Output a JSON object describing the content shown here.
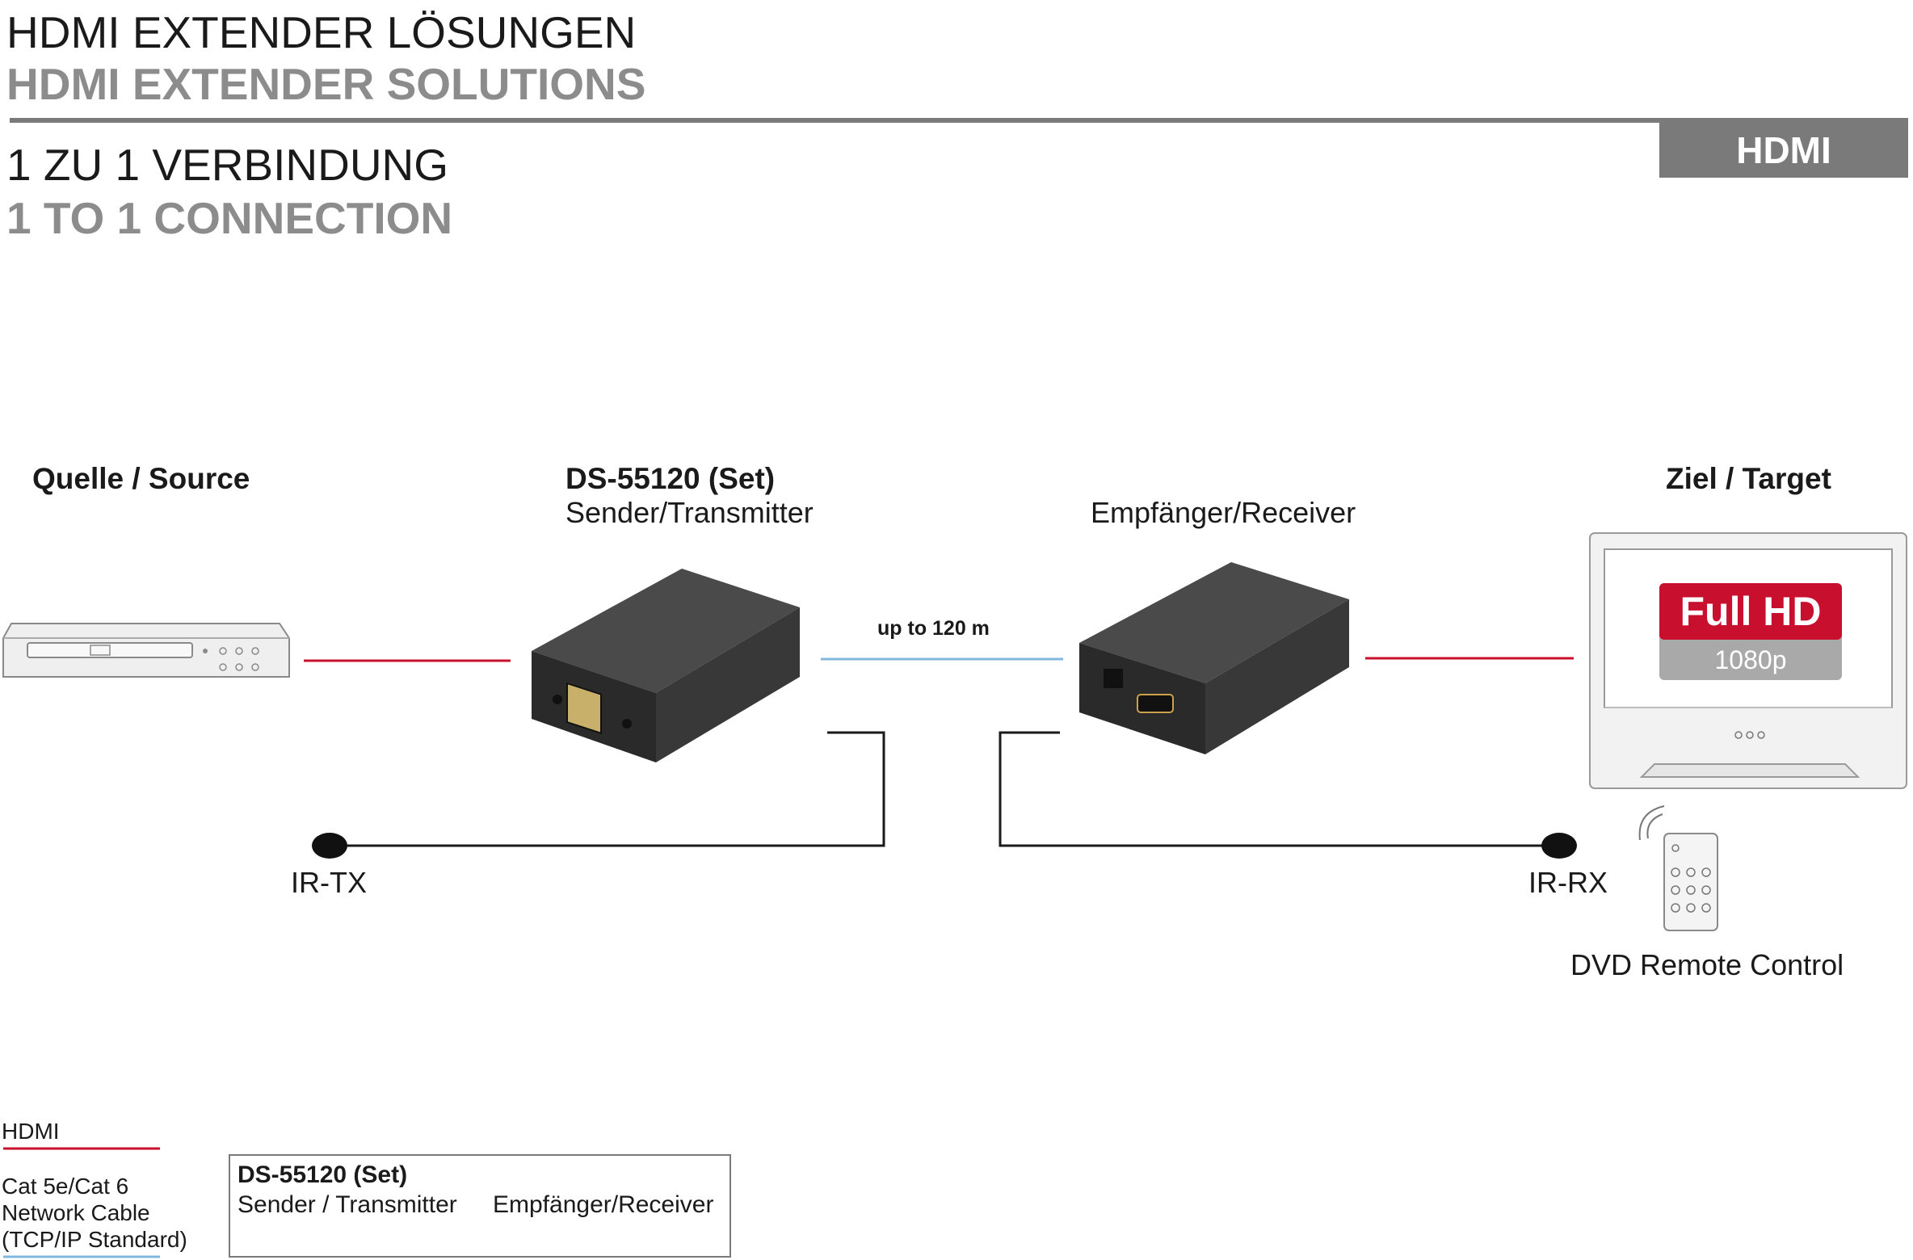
{
  "header": {
    "title_de": "HDMI EXTENDER LÖSUNGEN",
    "title_en": "HDMI EXTENDER SOLUTIONS",
    "subtitle_de": "1 ZU 1 VERBINDUNG",
    "subtitle_en": "1 TO 1 CONNECTION",
    "tag": "HDMI"
  },
  "diagram": {
    "source_label": "Quelle / Source",
    "set_title": "DS-55120 (Set)",
    "transmitter_label": "Sender/Transmitter",
    "receiver_label": "Empfänger/Receiver",
    "target_label": "Ziel / Target",
    "distance_label": "up to 120 m",
    "ir_tx_label": "IR-TX",
    "ir_rx_label": "IR-RX",
    "remote_label": "DVD Remote Control",
    "tv_badge_main": "Full HD",
    "tv_badge_sub": "1080p",
    "colors": {
      "hdmi_line": "#c8102e",
      "cat_line": "#7fb7dd",
      "device": "#3a3a3a"
    }
  },
  "legend": {
    "hdmi_label": "HDMI",
    "cat_label_1": "Cat 5e/Cat 6",
    "cat_label_2": "Network Cable",
    "cat_label_3": "(TCP/IP Standard)",
    "box_title": "DS-55120 (Set)",
    "box_sender": "Sender / Transmitter",
    "box_receiver": "Empfänger/Receiver"
  }
}
